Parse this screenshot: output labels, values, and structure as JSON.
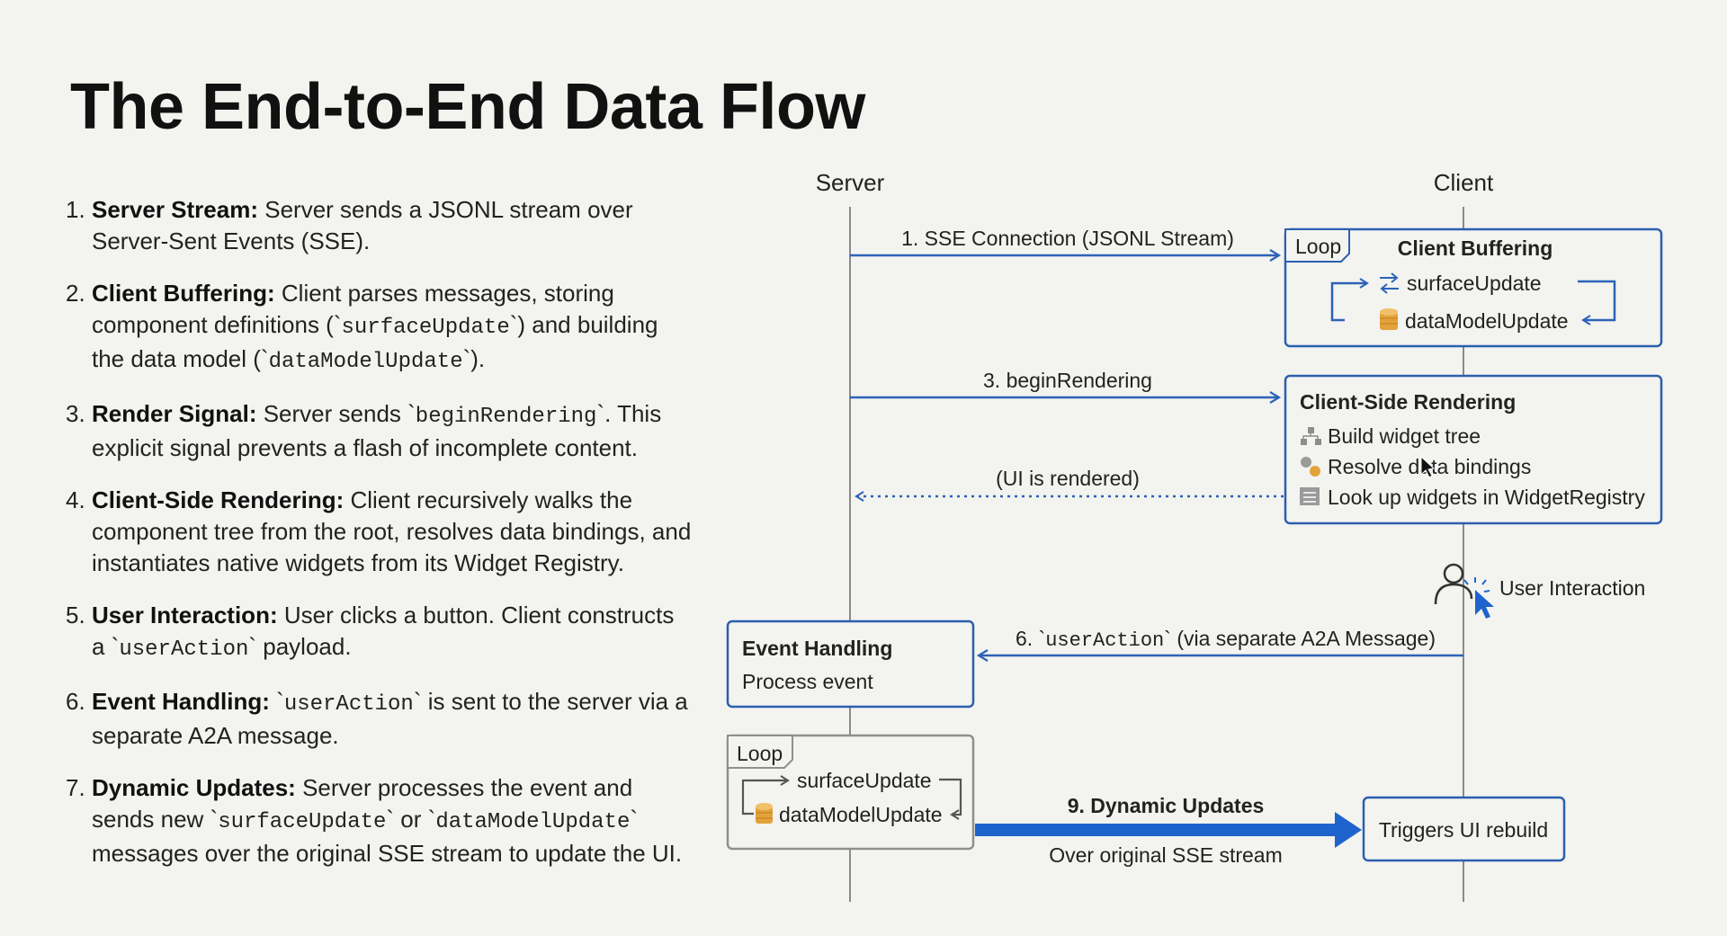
{
  "title": "The End-to-End Data Flow",
  "steps": [
    {
      "num": "1.",
      "label": "Server Stream:",
      "parts": [
        "Server sends a JSONL stream over Server-Sent Events (SSE)."
      ]
    },
    {
      "num": "2.",
      "label": "Client Buffering:",
      "parts": [
        "Client parses messages, storing component definitions (`",
        "surfaceUpdate",
        "`) and building the data model (`",
        "dataModelUpdate",
        "`)."
      ]
    },
    {
      "num": "3.",
      "label": "Render Signal:",
      "parts": [
        "Server sends `",
        "beginRendering",
        "`. This explicit signal prevents a flash of incomplete content."
      ]
    },
    {
      "num": "4.",
      "label": "Client-Side Rendering:",
      "parts": [
        "Client recursively walks the component tree from the root, resolves data bindings, and instantiates native widgets from its Widget Registry."
      ]
    },
    {
      "num": "5.",
      "label": "User Interaction:",
      "parts": [
        "User clicks a button. Client constructs a `",
        "userAction",
        "` payload."
      ]
    },
    {
      "num": "6.",
      "label": "Event Handling:",
      "parts": [
        "`",
        "userAction",
        "` is sent to the server via a separate A2A message."
      ]
    },
    {
      "num": "7.",
      "label": "Dynamic Updates:",
      "parts": [
        "Server processes the event and sends new `",
        "surfaceUpdate",
        "` or `",
        "dataModelUpdate",
        "` messages over the original SSE stream to update the UI."
      ]
    }
  ],
  "diagram": {
    "server_label": "Server",
    "client_label": "Client",
    "msg1": "1. SSE Connection (JSONL Stream)",
    "client_buffering": {
      "loop": "Loop",
      "title": "Client Buffering",
      "item1": "surfaceUpdate",
      "item2": "dataModelUpdate"
    },
    "msg3": "3. beginRendering",
    "client_rendering": {
      "title": "Client-Side Rendering",
      "item1": "Build widget tree",
      "item2": "Resolve data bindings",
      "item3": "Look up widgets in WidgetRegistry"
    },
    "ui_rendered": "(UI is rendered)",
    "user_interaction": "User Interaction",
    "msg6_prefix": "6. `",
    "msg6_code": "userAction",
    "msg6_suffix": "` (via separate A2A Message)",
    "event_handling": {
      "title": "Event Handling",
      "text": "Process event"
    },
    "server_loop": {
      "loop": "Loop",
      "item1": "surfaceUpdate",
      "item2": "dataModelUpdate"
    },
    "msg9": "9. Dynamic Updates",
    "msg9_sub": "Over original SSE stream",
    "triggers": "Triggers UI rebuild"
  },
  "colors": {
    "accent": "#2c63b8",
    "box_border": "#2c5fae",
    "bold_arrow": "#1f63cc",
    "lifeline": "#8a8a8a",
    "db_icon": "#e3a23a"
  }
}
